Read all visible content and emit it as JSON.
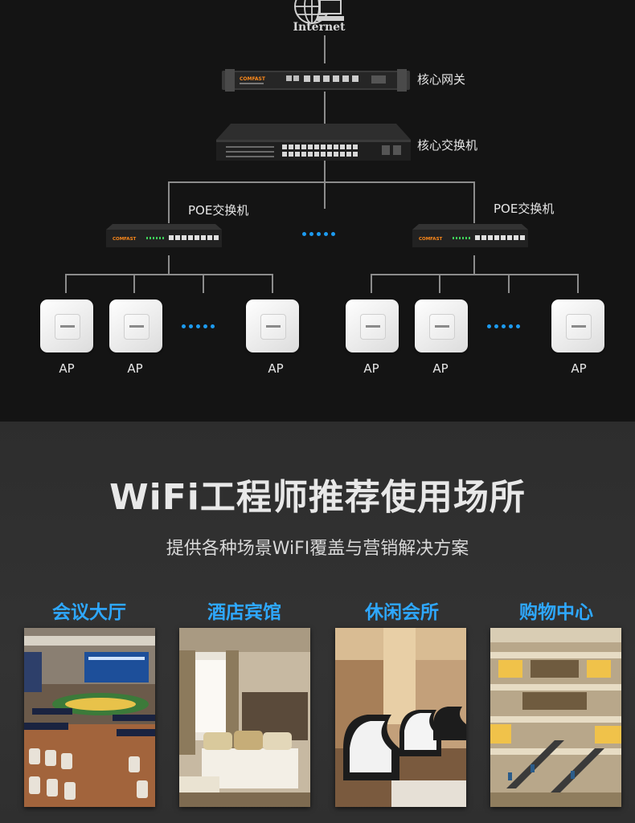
{
  "diagram": {
    "internet_label": "Internet",
    "gateway_label": "核心网关",
    "core_switch_label": "核心交换机",
    "poe_left_label": "POE交换机",
    "poe_right_label": "POE交换机",
    "device_brand": "COMFAST",
    "ap_labels": [
      "AP",
      "AP",
      "AP",
      "AP",
      "AP",
      "AP"
    ]
  },
  "section": {
    "title": "WiFi工程师推荐使用场所",
    "subtitle": "提供各种场景WiFI覆盖与营销解决方案"
  },
  "venues": [
    {
      "title": "会议大厅"
    },
    {
      "title": "酒店宾馆"
    },
    {
      "title": "休闲会所"
    },
    {
      "title": "购物中心"
    }
  ],
  "colors": {
    "accent_blue": "#2ea8ff",
    "dot_blue": "#1d9bf0",
    "background_top": "#141414",
    "background_bottom": "#2d2d2d"
  }
}
